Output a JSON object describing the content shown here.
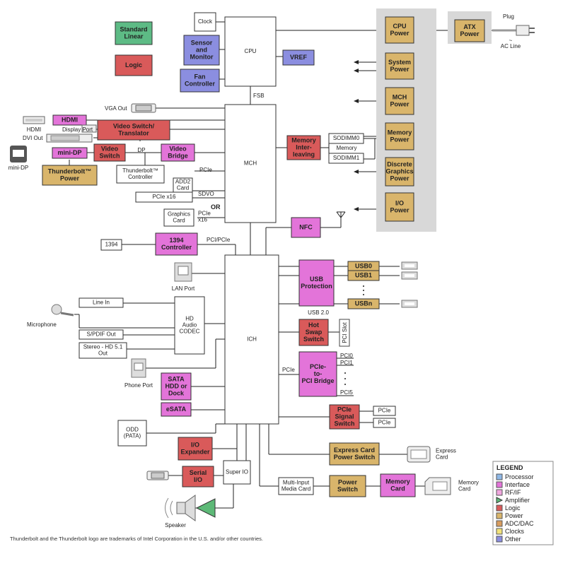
{
  "colors": {
    "processor": "#8f8fe6",
    "interface": "#e374d9",
    "rfif": "#f0a6de",
    "amplifier": "#5db977",
    "logic": "#d95a5a",
    "power": "#d9b56b",
    "adcdac": "#d89c5e",
    "clocks": "#f2e27a",
    "other": "#8b8ee0",
    "standard_linear": "#5dbb85",
    "power_panel": "#d8d8d8",
    "white": "#ffffff"
  },
  "blocks": {
    "standard_linear": "Standard\nLinear",
    "logic": "Logic",
    "clock": "Clock",
    "cpu": "CPU",
    "sensor_monitor": "Sensor\nand\nMonitor",
    "fan_controller": "Fan\nController",
    "vref": "VREF",
    "fsb": "FSB",
    "mch": "MCH",
    "ich": "ICH",
    "hdmi": "HDMI",
    "video_switch_translator": "Video Switch/\nTranslator",
    "mini_dp": "mini-DP",
    "video_switch": "Video\nSwitch",
    "video_bridge": "Video\nBridge",
    "thunderbolt_power": "Thunderbolt™\nPower",
    "thunderbolt_controller": "Thunderbolt™\nController",
    "add2_card": "ADD2\nCard",
    "pcie_x16": "PCIe  x16",
    "or": "OR",
    "graphics_card": "Graphics\nCard",
    "memory_interleaving": "Memory\nInter-\nleaving",
    "sodimm0": "SODIMM0",
    "sodimm1": "SODIMM1",
    "nfc": "NFC",
    "c1394": "1394",
    "controller_1394": "1394\nController",
    "usb_protection": "USB\nProtection",
    "usb0": "USB0",
    "usb1": "USB1",
    "usbn": "USBn",
    "hot_swap_switch": "Hot\nSwap\nSwitch",
    "pci_slot": "PCI Slot",
    "pcie_pci_bridge": "PCIe-\nto-\nPCI Bridge",
    "pcie_signal_switch": "PCIe\nSignal\nSwitch",
    "pcie_out1": "PCIe",
    "pcie_out2": "PCIe",
    "express_card_power_switch": "Express Card\nPower Switch",
    "memory_card_block": "Memory\nCard",
    "power_switch": "Power\nSwitch",
    "multi_input_media_card": "Multi-Input\nMedia Card",
    "super_io": "Super IO",
    "io_expander": "I/O\nExpander",
    "serial_io": "Serial\nI/O",
    "sata_hdd_dock": "SATA\nHDD or\nDock",
    "esata": "eSATA",
    "odd_pata": "ODD\n(PATA)",
    "hd_audio_codec": "HD\nAudio\nCODEC",
    "line_in": "Line In",
    "spdif_out": "S/PDIF Out",
    "stereo_out": "Stereo - HD 5.1\nOut",
    "cpu_power": "CPU\nPower",
    "system_power": "System\nPower",
    "mch_power": "MCH\nPower",
    "memory_power": "Memory\nPower",
    "discrete_graphics_power": "Discrete\nGraphics\nPower",
    "io_power": "I/O\nPower",
    "atx_power": "ATX\nPower"
  },
  "labels": {
    "plug": "Plug",
    "ac_line": "AC Line",
    "ac_symbol": "~",
    "vga_out": "VGA Out",
    "hdmi_port": "HDMI",
    "display_port": "Display Port",
    "dvi_out": "DVI Out",
    "mini_dp_port": "mini-DP",
    "dp": "DP",
    "pcie_tb": "PCIe",
    "sdvo": "SDVO",
    "pcie_x16_gfx": "PCIe\nx16",
    "memory": "Memory",
    "pci_pcie": "PCI/PCIe",
    "lan_port": "LAN Port",
    "usb_20": "USB 2.0",
    "microphone": "Microphone",
    "phone_port": "Phone Port",
    "pcie_ich": "PCIe",
    "pci0": "PCI0",
    "pci1": "PCI1",
    "pci5": "PCI5",
    "express_card": "Express\nCard",
    "memory_card": "Memory\nCard",
    "speaker": "Speaker"
  },
  "legend": {
    "title": "LEGEND",
    "items": [
      {
        "label": "Processor",
        "color": "#8fb8e6"
      },
      {
        "label": "Interface",
        "color": "#e374d9"
      },
      {
        "label": "RF/IF",
        "color": "#f0a6de"
      },
      {
        "label": "Amplifier",
        "color": "#5db977"
      },
      {
        "label": "Logic",
        "color": "#d95a5a"
      },
      {
        "label": "Power",
        "color": "#d9b56b"
      },
      {
        "label": "ADC/DAC",
        "color": "#d89c5e"
      },
      {
        "label": "Clocks",
        "color": "#f2e27a"
      },
      {
        "label": "Other",
        "color": "#8b8ee0"
      }
    ]
  },
  "footnote": "Thunderbolt and the Thunderbolt logo are trademarks of Intel Corporation in the U.S. and/or other countries."
}
